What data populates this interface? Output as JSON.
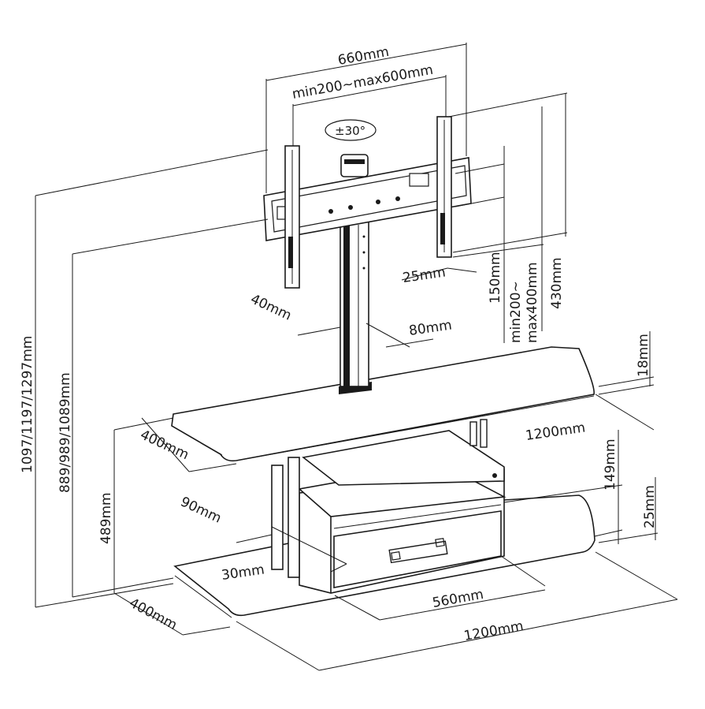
{
  "labels": {
    "width_660": "660mm",
    "vesa_width": "min200~max600mm",
    "swivel": "±30°",
    "offset_25": "25mm",
    "vesa_150": "150mm",
    "vesa_height_1": "min200~",
    "vesa_height_2": "max400mm",
    "height_430": "430mm",
    "post_40": "40mm",
    "post_80": "80mm",
    "total_height": "1097/1197/1297mm",
    "bracket_height": "889/989/1089mm",
    "top_thickness": "18mm",
    "top_depth": "400mm",
    "top_width": "1200mm",
    "shelf_gap": "149mm",
    "base_height": "489mm",
    "leg_90": "90mm",
    "base_thickness": "25mm",
    "leg_30": "30mm",
    "drawer_width": "560mm",
    "bottom_depth": "400mm",
    "bottom_width": "1200mm"
  }
}
